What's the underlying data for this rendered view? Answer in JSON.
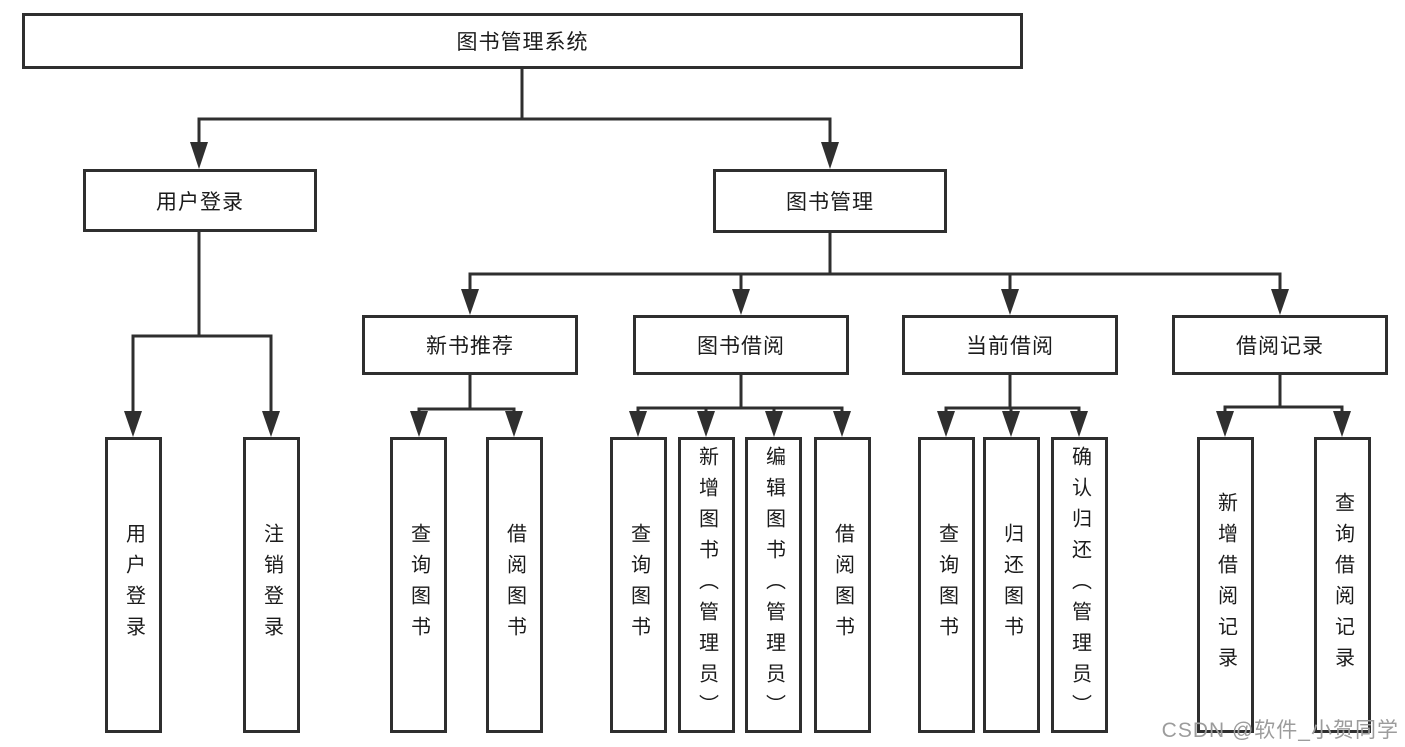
{
  "tree": {
    "root": "图书管理系统",
    "user_login": "用户登录",
    "book_mgmt": "图书管理",
    "new_book_rec": "新书推荐",
    "book_borrow": "图书借阅",
    "current_borrow": "当前借阅",
    "borrow_records": "借阅记录",
    "leaves": {
      "user_login_1": "用户登录",
      "user_login_2": "注销登录",
      "new_book_rec_1": "查询图书",
      "new_book_rec_2": "借阅图书",
      "book_borrow_1": "查询图书",
      "book_borrow_2": "新增图书（管理员）",
      "book_borrow_3": "编辑图书（管理员）",
      "book_borrow_4": "借阅图书",
      "current_borrow_1": "查询图书",
      "current_borrow_2": "归还图书",
      "current_borrow_3": "确认归还（管理员）",
      "borrow_records_1": "新增借阅记录",
      "borrow_records_2": "查询借阅记录"
    }
  },
  "watermark": "CSDN @软件_小贺同学",
  "colors": {
    "line": "#2f2f2f",
    "text": "#1b1b1b",
    "watermark": "#9c9c9c",
    "background": "#ffffff"
  }
}
